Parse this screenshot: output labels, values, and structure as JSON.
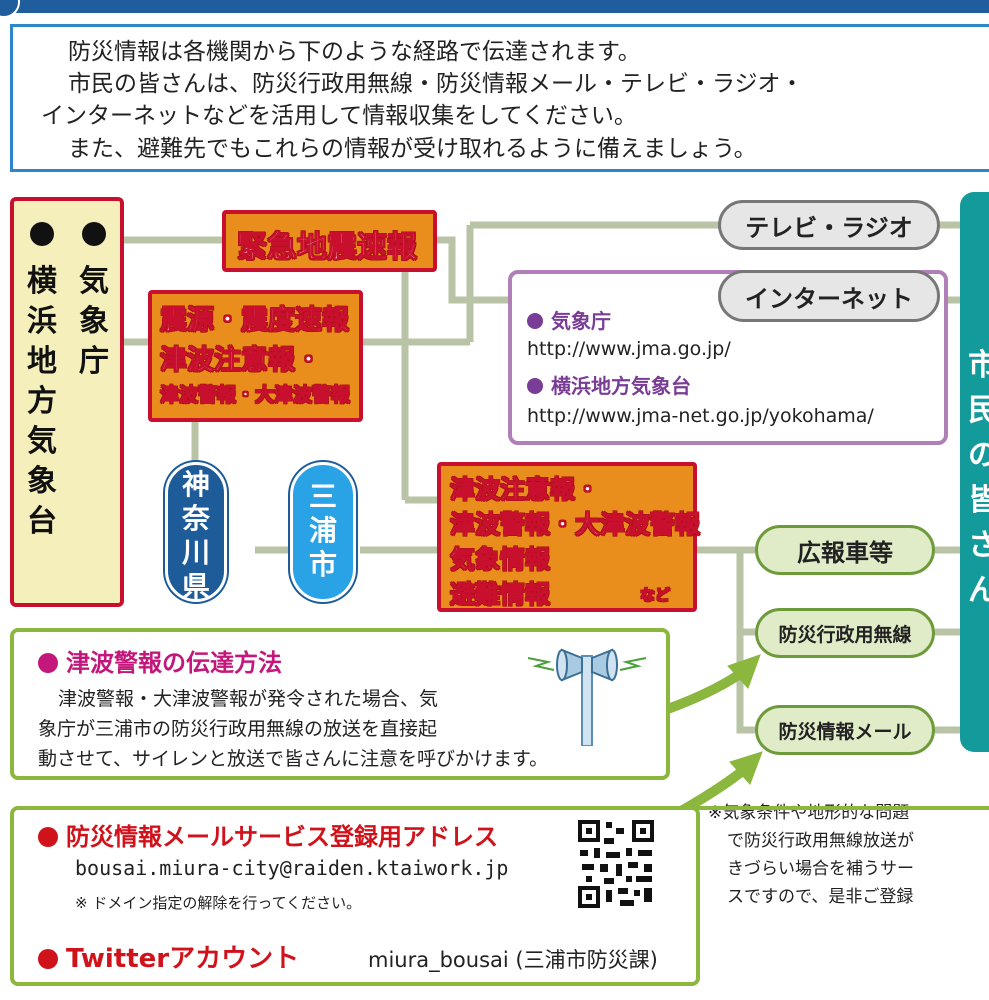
{
  "intro": {
    "line1": "防災情報は各機関から下のような経路で伝達されます。",
    "line2": "市民の皆さんは、防災行政用無線・防災情報メール・テレビ・ラジオ・",
    "line3": "インターネットなどを活用して情報収集をしてください。",
    "line4": "また、避難先でもこれらの情報が受け取れるように備えましょう。"
  },
  "sources": {
    "yokohama": [
      "横",
      "浜",
      "地",
      "方",
      "気",
      "象",
      "台"
    ],
    "kishocho": [
      "気",
      "象",
      "庁"
    ]
  },
  "alerts": {
    "eew": "緊急地震速報",
    "quake_line1": "震源・震度速報",
    "quake_line2": "津波注意報・",
    "quake_line3": "津波警報・大津波警報",
    "city_line1": "津波注意報・",
    "city_line2": "津波警報・大津波警報",
    "city_line3": "気象情報",
    "city_line4": "避難情報",
    "city_etc": "など"
  },
  "bodies": {
    "kanagawa": [
      "神",
      "奈",
      "川",
      "県"
    ],
    "miura": [
      "三",
      "浦",
      "市"
    ]
  },
  "channels": {
    "tv_radio": "テレビ・ラジオ",
    "internet": "インターネット",
    "koho_car": "広報車等",
    "radio_system": "防災行政用無線",
    "mail": "防災情報メール"
  },
  "internet_box": {
    "jma_label": "気象庁",
    "jma_url": "http://www.jma.go.jp/",
    "yokohama_label": "横浜地方気象台",
    "yokohama_url": "http://www.jma-net.go.jp/yokohama/"
  },
  "citizens": [
    "市",
    "民",
    "の",
    "皆",
    "さ",
    "ん"
  ],
  "tsunami_box": {
    "title": "津波警報の伝達方法",
    "line1": "津波警報・大津波警報が発令された場合、気",
    "line2": "象庁が三浦市の防災行政用無線の放送を直接起",
    "line3": "動させて、サイレンと放送で皆さんに注意を呼びかけます。"
  },
  "note": {
    "line1": "※気象条件や地形的な問題",
    "line2": "で防災行政用無線放送が",
    "line3": "きづらい場合を補うサー",
    "line4": "スですので、是非ご登録"
  },
  "mail_box": {
    "title": "防災情報メールサービス登録用アドレス",
    "address": "bousai.miura-city@raiden.ktaiwork.jp",
    "domain_note": "※ ドメイン指定の解除を行ってください。",
    "twitter_label": "Twitterアカウント",
    "twitter_account": "miura_bousai (三浦市防災課)"
  },
  "colors": {
    "red": "#c8102e",
    "orange": "#e98d1c",
    "teal": "#139a9a",
    "navy": "#1d5c99",
    "sky": "#2aa3e6",
    "green": "#8cb73f",
    "purple": "#7a3d96"
  }
}
